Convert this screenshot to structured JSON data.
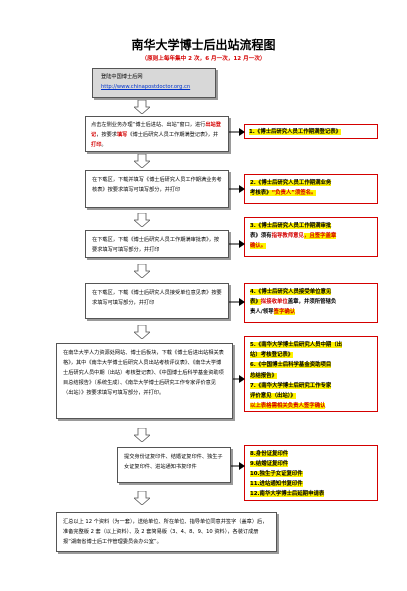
{
  "header": {
    "title": "南华大学博士后出站流程图",
    "subtitle": "（原则上每年集中 2 次，6 月一次，12 月一次）"
  },
  "steps": [
    {
      "line1": "登陆中国博士后网",
      "url": "http://www.chinapostdoctor.org.cn"
    },
    {
      "parts": [
        "点击左侧业务办理“博士后进站、出站”窗口，进行",
        "出站登记",
        "，按要求",
        "填写",
        "《博士后研究人员工作期满登记表》，并",
        "打印",
        "。"
      ]
    },
    {
      "text": "在下载区，下载并填写《博士后研究人员工作期满业务考核表》按要求填写可填写部分，并打印"
    },
    {
      "text": "在下载区，下载《博士后研究人员工作期满审批表》，按要求填写可填写部分，并打印"
    },
    {
      "text": "在下载区，下载《博士后研究人员接受单位意见表》按要求填写可填写部分，并打印"
    },
    {
      "text": "在南华大学人力资源处网站、博士后板块，下载《博士后进出站相关表格》，其中《南华大学博士后研究人员出站考核评议表》、《南华大学博士后研究人员中期（出站）考核登记表》、《中国博士后科学基金资助项目总结报告》（系统生成）、《南华大学博士后研究工作专家评价意见（出站）》按要求填写可填写部分，并打印。"
    },
    {
      "text": "提交身份证复印件、结婚证复印件、独生子女证复印件、进站通知书复印件"
    },
    {
      "text": "汇总以上 12 个资料（为一套），送给单位、所在单位、指导单位同意并签字（盖章）后，准备完整版 2 套（以上资料）、及 2 套简易版（3、4、8、9、10 资料），各装订成册报“湖南省博士后工作管理委员会办公室”。"
    }
  ],
  "notes": [
    {
      "lines": [
        "1.《博士后研究人员工作期满登记表》"
      ]
    },
    {
      "lines": [
        "2.《博士后研究人员工作期满业务",
        "考核表》",
        "“负责人”",
        "须签名。"
      ]
    },
    {
      "lines": [
        "3.《博士后研究人员工作期满审批",
        "表》须有",
        "指导教师意见",
        "，且签字盖章",
        "确认。"
      ]
    },
    {
      "lines": [
        "4.《博士后研究人员接受单位意见",
        "表》",
        "拟接收单位",
        "盖章，并须所管辖负",
        "责人/领导",
        "签字确认"
      ]
    },
    {
      "lines": [
        "5.《南华大学博士后研究人员中期（出",
        "站）考核登记表》",
        "6.《中国博士后科学基金资助项目",
        "总结报告》",
        "7.《南华大学博士后研究工作专家",
        "评价意见（出站）》",
        "以上表格需相关负责人签字确认"
      ]
    },
    {
      "lines": [
        "8.身份证复印件",
        "9.结婚证复印件",
        "10.独生子女证复印件",
        "11.进站通知书复印件",
        "12.南华大学博士后延期申请表"
      ]
    }
  ],
  "colors": {
    "accent": "#d40000",
    "highlight": "#fff200",
    "link": "#0033cc",
    "box_border": "#555555"
  }
}
